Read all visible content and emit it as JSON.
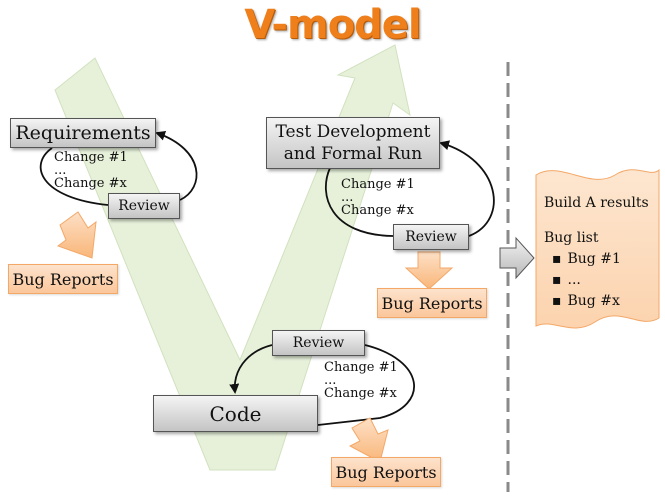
{
  "title": "V-model",
  "nodes": {
    "requirements": "Requirements",
    "test_development": [
      "Test Development",
      "and Formal Run"
    ],
    "code": "Code"
  },
  "review_label": "Review",
  "changes": [
    "Change #1",
    "...",
    "Change #x"
  ],
  "bug_reports_label": "Bug Reports",
  "results": {
    "title": "Build A results",
    "list_title": "Bug list",
    "items": [
      "Bug #1",
      "...",
      "Bug #x"
    ]
  },
  "colors": {
    "title_orange": "#ee7f1a",
    "v_arrow_green": "#e4f0d6",
    "bug_box_fill": "#fcd2ad",
    "results_fill": "#fde1c7"
  }
}
